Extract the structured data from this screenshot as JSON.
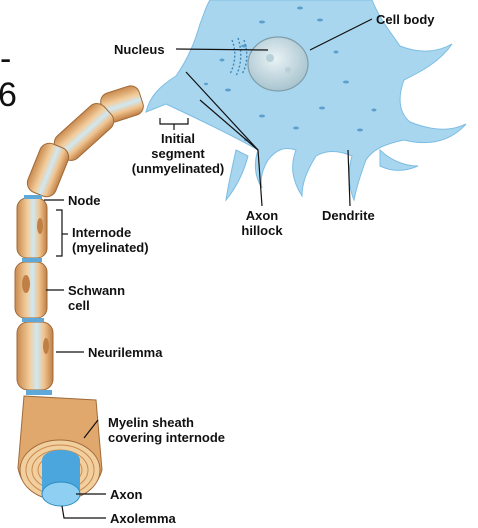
{
  "edge_fragments": [
    "-",
    "6"
  ],
  "labels": {
    "cell_body": "Cell body",
    "nucleus": "Nucleus",
    "initial_segment": [
      "Initial",
      "segment",
      "(unmyelinated)"
    ],
    "axon_hillock": [
      "Axon",
      "hillock"
    ],
    "dendrite": "Dendrite",
    "node": "Node",
    "internode": [
      "Internode",
      "(myelinated)"
    ],
    "schwann_cell": [
      "Schwann",
      "cell"
    ],
    "neurilemma": "Neurilemma",
    "myelin_sheath": [
      "Myelin sheath",
      "covering internode"
    ],
    "axon": "Axon",
    "axolemma": "Axolemma"
  },
  "colors": {
    "cell": "#a9d6ef",
    "cell_dark": "#6fb3dc",
    "myelin": "#e8b57e",
    "myelin_dark": "#c98a4e",
    "node": "#5fa8d8",
    "axon_end": "#5bb4e8"
  }
}
